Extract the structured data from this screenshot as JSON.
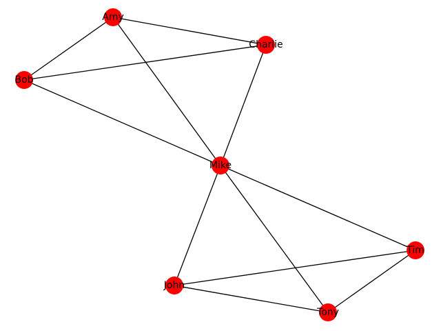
{
  "graph": {
    "node_color": "#ff0000",
    "edge_color": "#000000",
    "label_color": "#000000",
    "nodes": [
      {
        "id": "Amy",
        "label": "Amy"
      },
      {
        "id": "Charlie",
        "label": "Charlie"
      },
      {
        "id": "Bob",
        "label": "Bob"
      },
      {
        "id": "Mike",
        "label": "Mike"
      },
      {
        "id": "Tim",
        "label": "Tim"
      },
      {
        "id": "John",
        "label": "John"
      },
      {
        "id": "Tony",
        "label": "Tony"
      }
    ],
    "edges": [
      {
        "source": "Amy",
        "target": "Charlie"
      },
      {
        "source": "Amy",
        "target": "Bob"
      },
      {
        "source": "Amy",
        "target": "Mike"
      },
      {
        "source": "Bob",
        "target": "Charlie"
      },
      {
        "source": "Bob",
        "target": "Mike"
      },
      {
        "source": "Charlie",
        "target": "Mike"
      },
      {
        "source": "Mike",
        "target": "Tim"
      },
      {
        "source": "Mike",
        "target": "John"
      },
      {
        "source": "Mike",
        "target": "Tony"
      },
      {
        "source": "John",
        "target": "Tim"
      },
      {
        "source": "John",
        "target": "Tony"
      },
      {
        "source": "Tony",
        "target": "Tim"
      }
    ]
  }
}
